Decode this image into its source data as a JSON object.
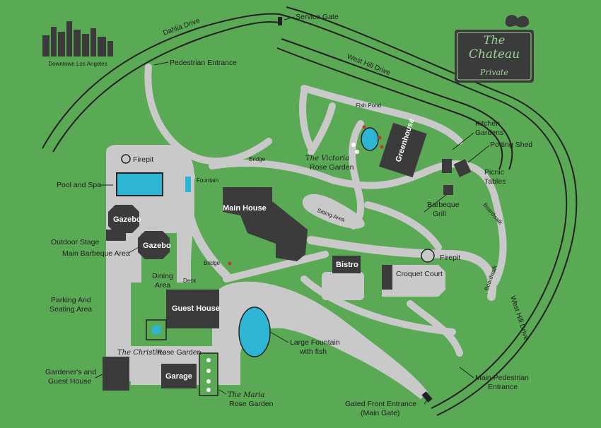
{
  "title_box": {
    "line1": "The",
    "line2": "Chateau",
    "line3": "Private"
  },
  "skyline_label": "Downtown Los Angeles",
  "roads": {
    "dahlia": "Dahlia Drive",
    "west_hill_top": "West Hill Drive",
    "west_hill_right": "West Hill Drive",
    "boardwalk_1": "Boardwalk",
    "boardwalk_2": "Boardwalk"
  },
  "labels": {
    "service_gate": "Service Gate",
    "pedestrian_entrance": "Pedestrian Entrance",
    "firepit_left": "Firepit",
    "pool_and_spa": "Pool and Spa",
    "fountain": "Fountain",
    "bridge_top": "Bridge",
    "victoria_1": "The Victoria",
    "victoria_2": "Rose Garden",
    "fish_pond": "Fish Pond",
    "greenhouse": "Greenhouse",
    "kitchen_1": "Kitchen",
    "kitchen_2": "Gardens",
    "potting_shed": "Potting Shed",
    "picnic_1": "Picnic",
    "picnic_2": "Tables",
    "bbq_1": "Barbeque",
    "bbq_2": "Grill",
    "main_house": "Main House",
    "sitting_area": "Sitting Area",
    "gazebo_1": "Gazebo",
    "gazebo_2": "Gazebo",
    "outdoor_stage": "Outdoor Stage",
    "main_bbq_area": "Main Barbeque Area",
    "dining_1": "Dining",
    "dining_2": "Area",
    "deck": "Deck",
    "bridge_mid": "Bridge",
    "bistro": "Bistro",
    "firepit_right": "Firepit",
    "croquet_court": "Croquet Court",
    "parking_1": "Parking And",
    "parking_2": "Seating Area",
    "guest_house": "Guest House",
    "fountain_1": "Large Fountain",
    "fountain_2": "with fish",
    "christine_1": "The Christine",
    "christine_2": "Rose Garden",
    "gardener_1": "Gardener's and",
    "gardener_2": "Guest House",
    "garage": "Garage",
    "maria_1": "The Maria",
    "maria_2": "Rose Garden",
    "main_ped_1": "Main Pedestrian",
    "main_ped_2": "Entrance",
    "gated_1": "Gated Front Entrance",
    "gated_2": "(Main Gate)"
  },
  "colors": {
    "grass": "#5aa955",
    "path": "#c9c9c9",
    "building": "#3b3b3b",
    "water": "#2fb5d4",
    "ink": "#1e1e1e"
  }
}
